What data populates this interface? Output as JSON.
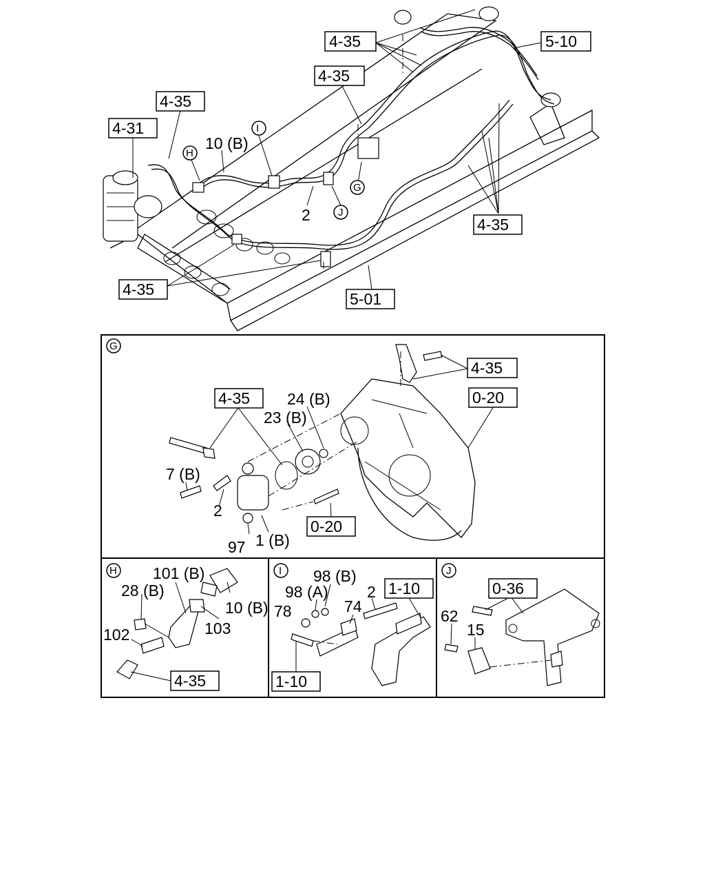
{
  "overview": {
    "refs": [
      "4-35",
      "5-10",
      "4-35",
      "4-35",
      "4-31",
      "4-35",
      "4-35",
      "5-01"
    ],
    "labels": [
      "10 (B)",
      "2"
    ],
    "callouts": [
      "I",
      "H",
      "G",
      "J"
    ]
  },
  "detail_g": {
    "letter": "G",
    "refs": [
      "4-35",
      "0-20",
      "4-35",
      "0-20"
    ],
    "labels": [
      "24 (B)",
      "23 (B)",
      "7 (B)",
      "2",
      "97",
      "1 (B)"
    ]
  },
  "detail_h": {
    "letter": "H",
    "refs": [
      "4-35"
    ],
    "labels": [
      "101 (B)",
      "28 (B)",
      "10 (B)",
      "103",
      "102"
    ]
  },
  "detail_i": {
    "letter": "I",
    "refs": [
      "1-10",
      "1-10"
    ],
    "labels": [
      "98 (B)",
      "98 (A)",
      "2",
      "78",
      "74"
    ]
  },
  "detail_j": {
    "letter": "J",
    "refs": [
      "0-36"
    ],
    "labels": [
      "62",
      "15"
    ]
  }
}
